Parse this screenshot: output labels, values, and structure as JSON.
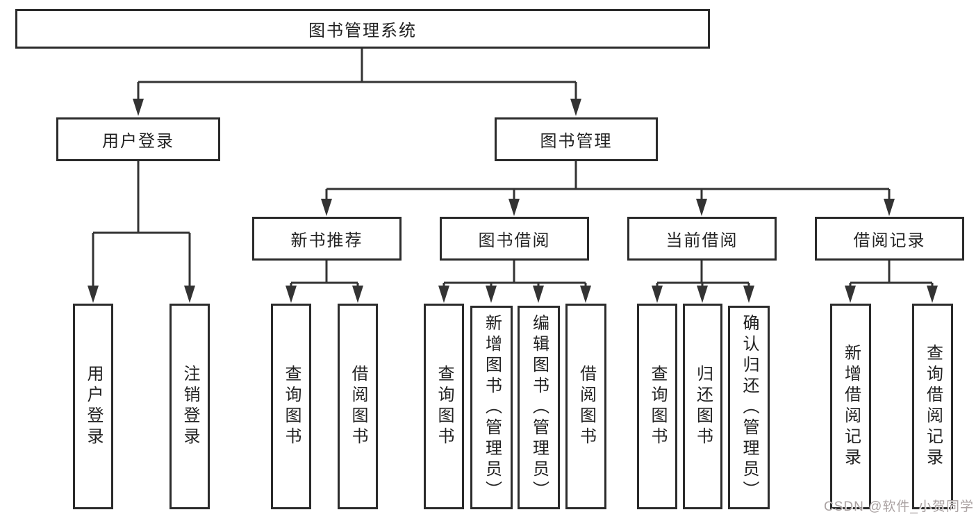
{
  "diagram": {
    "root": "图书管理系统",
    "branches": [
      {
        "label": "用户登录",
        "children": [
          "用户登录",
          "注销登录"
        ]
      },
      {
        "label": "图书管理",
        "children": [
          {
            "label": "新书推荐",
            "children": [
              "查询图书",
              "借阅图书"
            ]
          },
          {
            "label": "图书借阅",
            "children": [
              "查询图书",
              "新增图书（管理员）",
              "编辑图书（管理员）",
              "借阅图书"
            ]
          },
          {
            "label": "当前借阅",
            "children": [
              "查询图书",
              "归还图书",
              "确认归还（管理员）"
            ]
          },
          {
            "label": "借阅记录",
            "children": [
              "新增借阅记录",
              "查询借阅记录"
            ]
          }
        ]
      }
    ]
  },
  "watermark": "CSDN @软件_小贺同学",
  "colors": {
    "line": "#333333",
    "box_border": "#2b2b2b",
    "text": "#222222",
    "watermark": "#aaa2a2",
    "background": "#ffffff"
  }
}
